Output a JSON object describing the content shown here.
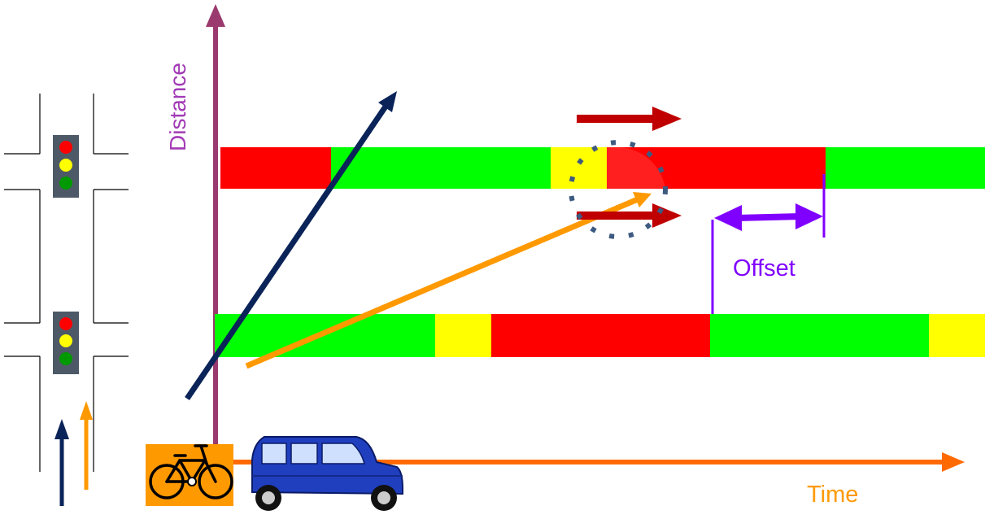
{
  "labels": {
    "distance": "Distance",
    "time": "Time",
    "offset": "Offset"
  },
  "colors": {
    "red": "#ff0000",
    "green": "#00ff00",
    "yellow": "#ffff00",
    "distance_axis": "#9b3a6e",
    "time_axis": "#ff6a00",
    "distance_label": "#a23bb5",
    "time_label": "#ff9900",
    "offset": "#8000ff",
    "fast_vehicle_arrow": "#0a2459",
    "slow_vehicle_arrow": "#ff9900",
    "flow_arrow": "#c00000",
    "signal_housing": "#4d5966",
    "bicycle_badge": "#ff9900",
    "car_body": "#1f3fbf"
  },
  "signals": [
    {
      "name": "upstream-signal",
      "lights": [
        "red",
        "yellow",
        "green"
      ]
    },
    {
      "name": "downstream-signal",
      "lights": [
        "red",
        "yellow",
        "green"
      ]
    }
  ],
  "icons": [
    "traffic-light-icon",
    "bicycle-icon",
    "car-icon",
    "up-arrow-icon"
  ]
}
